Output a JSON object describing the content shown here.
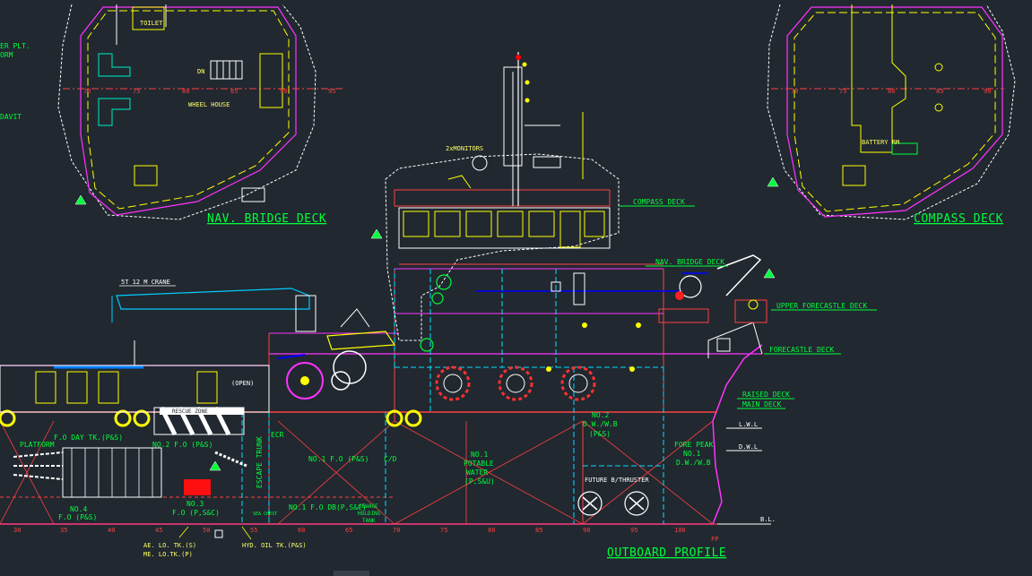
{
  "views": {
    "nav_bridge_deck": "NAV. BRIDGE DECK",
    "compass_deck": "COMPASS DECK",
    "outboard_profile": "OUTBOARD PROFILE"
  },
  "left_margin": {
    "power_plt": "ER PLT.",
    "form": "ORM",
    "davit": "DAVIT"
  },
  "plan_labels": {
    "toilet": "TOILET",
    "dn": "DN",
    "wheel_house": "WHEEL HOUSE",
    "battery_rm": "BATTERY RM"
  },
  "nav_plan_ticks": [
    "70",
    "75",
    "80",
    "85",
    "90",
    "95"
  ],
  "compass_plan_ticks": [
    "70",
    "75",
    "80",
    "85",
    "90"
  ],
  "deck_labels": {
    "compass_deck": "COMPASS DECK",
    "nav_bridge_deck": "NAV. BRIDGE DECK",
    "upper_forecastle_deck": "UPPER FORECASTLE DECK",
    "forecastle_deck": "FORECASTLE DECK",
    "raised_deck": "RAISED DECK",
    "main_deck": "MAIN DECK",
    "lwl": "L.W.L",
    "dwl": "D.W.L",
    "bl": "B.L."
  },
  "profile_labels": {
    "monitors": "2xMONITORS",
    "crane": "5T 12 M CRANE",
    "open": "(OPEN)",
    "platform": "PLATFORM",
    "fo_day_tk": "F.O DAY TK.(P&S)",
    "no2_fo": "NO.2 F.O (P&S)",
    "escape_trunk": "ESCAPE TRUNK",
    "ecr": "ECR",
    "no1_fo": "NO.1 F.O (P&S)",
    "no1_potable_water_1": "NO.1",
    "no1_potable_water_2": "POTABLE",
    "no1_potable_water_3": "WATER",
    "no1_potable_water_4": "(P,S&U)",
    "no2_owwb_1": "NO.2",
    "no2_owwb_2": "O.W./W.B",
    "no2_owwb_3": "(P&S)",
    "fore_peak_1": "FORE PEAK",
    "fore_peak_2": "NO.1",
    "fore_peak_3": "D.W./W.B",
    "future_thruster": "FUTURE B/THRUSTER",
    "no3_fo_1": "NO.3",
    "no3_fo_2": "F.O (P,S&C)",
    "no1_fo_db": "NO.1 F.O DB(P,S&C)",
    "sewage_1": "SEWAGE",
    "sewage_2": "HOLDING",
    "sewage_3": "TANK",
    "no4_fo_1": "NO.4",
    "no4_fo_2": "F.O (P&S)",
    "ae_lo_tk": "AE. LO. TK.(S)",
    "me_lo_tk": "ME. LO.TK.(P)",
    "hyd_oil_tk": "HYD. OIL TK.(P&S)",
    "sea_chest": "SEA CHEST",
    "rescue_zone": "RESCUE ZONE",
    "cd": "C/D"
  },
  "frame_ticks": [
    "30",
    "35",
    "40",
    "45",
    "50",
    "55",
    "60",
    "65",
    "70",
    "75",
    "80",
    "85",
    "90",
    "95",
    "100",
    "FP"
  ]
}
